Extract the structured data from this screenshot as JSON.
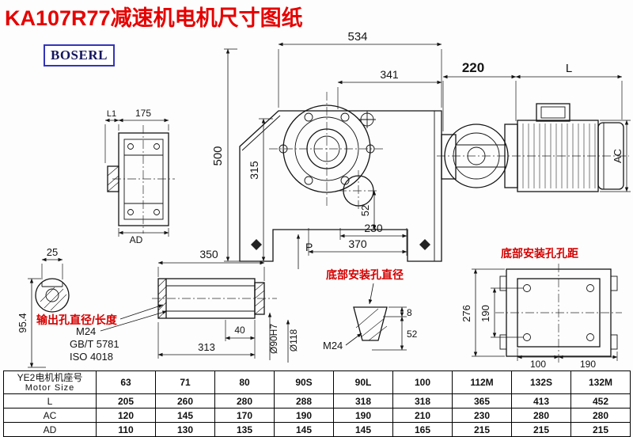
{
  "page": {
    "title": "KA107R77减速机电机尺寸图纸",
    "logo": "BOSERL"
  },
  "main_view": {
    "d534": "534",
    "d341": "341",
    "d500": "500",
    "d315": "315",
    "d52": "52",
    "d230": "230",
    "d370": "370",
    "p": "P"
  },
  "motor_view": {
    "d220": "220",
    "l": "L",
    "ac": "AC"
  },
  "side_view": {
    "l1": "L1",
    "d175": "175",
    "ad": "AD"
  },
  "shaft_end_view": {
    "d25": "25",
    "d95_4": "95.4"
  },
  "shaft_view": {
    "d350": "350",
    "d40": "40",
    "d313": "313",
    "m24": "M24",
    "gb": "GB/T 5781",
    "iso": "ISO 4018",
    "d90": "Ø90H7",
    "d118": "Ø118",
    "label_output": "输出孔直径/长度"
  },
  "mount_hole_view": {
    "label": "底部安装孔直径",
    "m24": "M24",
    "d8": "8",
    "d52": "52"
  },
  "bottom_view": {
    "label": "底部安装孔孔距",
    "d276": "276",
    "d190v": "190",
    "d100": "100",
    "d190h": "190"
  },
  "table": {
    "header_cn": "YE2电机机座号",
    "header_en": "Motor Size",
    "sizes": [
      "63",
      "71",
      "80",
      "90S",
      "90L",
      "100",
      "112M",
      "132S",
      "132M"
    ],
    "rows": [
      {
        "label": "L",
        "values": [
          "205",
          "260",
          "280",
          "288",
          "318",
          "318",
          "365",
          "413",
          "452"
        ]
      },
      {
        "label": "AC",
        "values": [
          "120",
          "145",
          "170",
          "190",
          "190",
          "210",
          "230",
          "280",
          "280"
        ]
      },
      {
        "label": "AD",
        "values": [
          "110",
          "130",
          "135",
          "145",
          "145",
          "165",
          "215",
          "215",
          "215"
        ]
      }
    ]
  }
}
